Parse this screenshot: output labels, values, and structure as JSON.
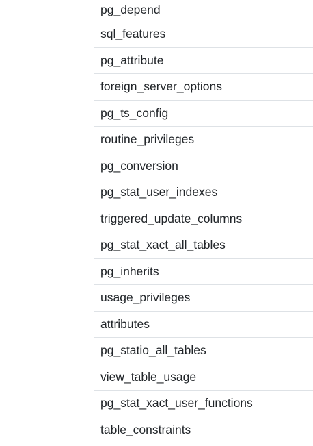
{
  "tables": [
    "pg_depend",
    "sql_features",
    "pg_attribute",
    "foreign_server_options",
    "pg_ts_config",
    "routine_privileges",
    "pg_conversion",
    "pg_stat_user_indexes",
    "triggered_update_columns",
    "pg_stat_xact_all_tables",
    "pg_inherits",
    "usage_privileges",
    "attributes",
    "pg_statio_all_tables",
    "view_table_usage",
    "pg_stat_xact_user_functions",
    "table_constraints"
  ]
}
